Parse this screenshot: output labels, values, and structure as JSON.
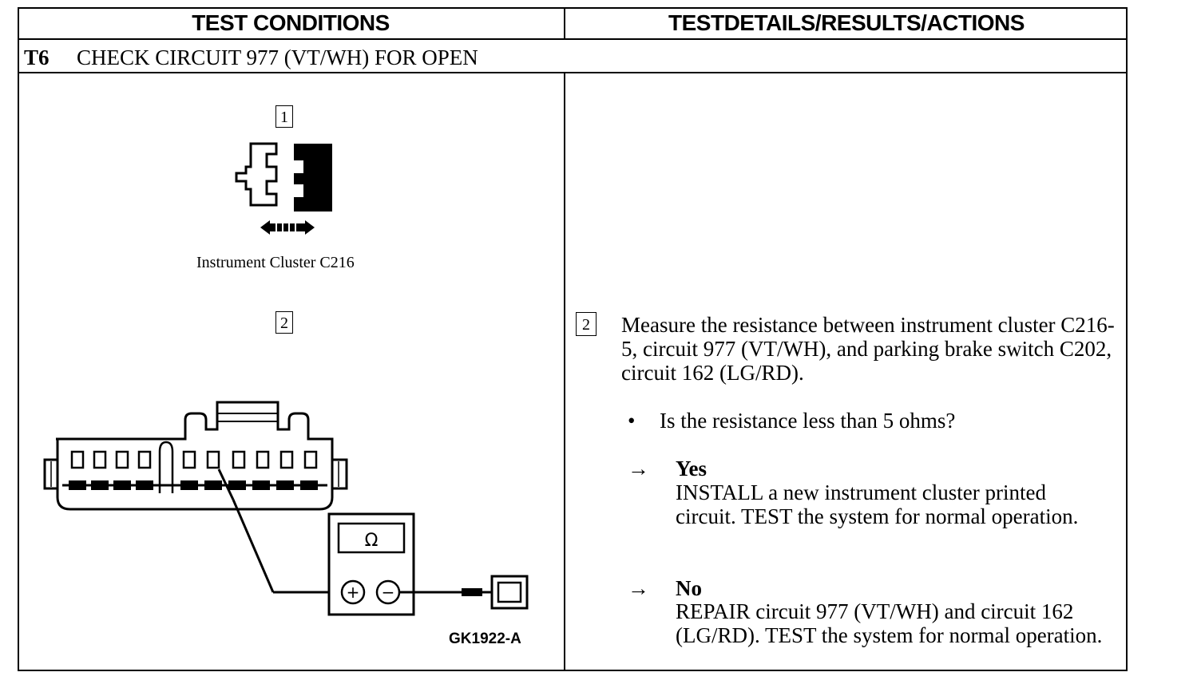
{
  "header": {
    "left": "TEST CONDITIONS",
    "right": "TESTDETAILS/RESULTS/ACTIONS"
  },
  "step": {
    "id": "T6",
    "title": "CHECK CIRCUIT 977 (VT/WH) FOR OPEN"
  },
  "conditions": {
    "box1": "1",
    "caption1": "Instrument Cluster C216",
    "box2": "2",
    "meter_symbol": "Ω",
    "plus": "+",
    "minus": "−",
    "figure_id": "GK1922-A"
  },
  "details": {
    "box": "2",
    "instruction": "Measure the resistance between instrument cluster C216-5, circuit 977 (VT/WH), and parking brake switch C202, circuit 162 (LG/RD).",
    "bullet": "•",
    "question": "Is the resistance less than 5 ohms?",
    "arrow": "→",
    "yes_label": "Yes",
    "yes_action": "INSTALL a new instrument cluster printed circuit. TEST the system for normal operation.",
    "no_label": "No",
    "no_action": "REPAIR circuit 977 (VT/WH) and circuit 162 (LG/RD). TEST the system for normal operation."
  }
}
